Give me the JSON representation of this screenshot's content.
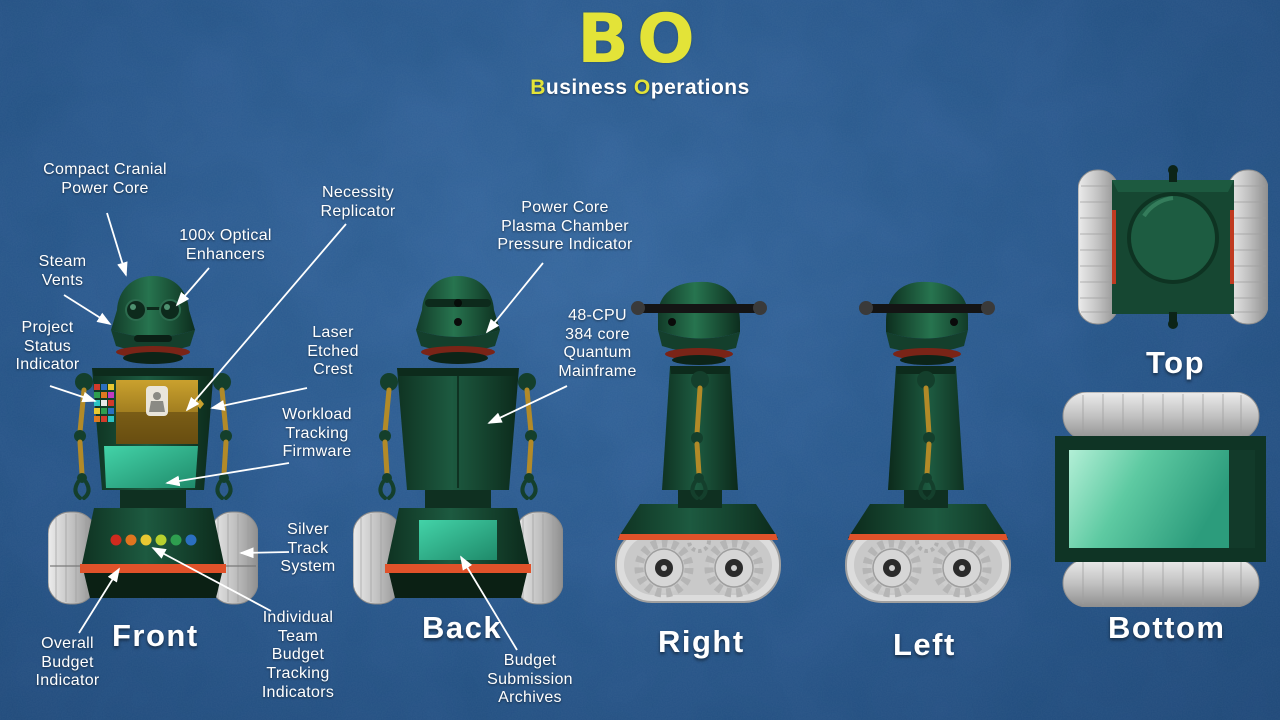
{
  "slide": {
    "background_blue": "#2d5b91",
    "accent_yellow": "#e3e338",
    "text_white": "#ffffff"
  },
  "title": {
    "logo": "BO",
    "subtitle": {
      "p1": "B",
      "p2": "usiness ",
      "p3": "O",
      "p4": "perations"
    }
  },
  "views": {
    "front": "Front",
    "back": "Back",
    "right": "Right",
    "left": "Left",
    "top": "Top",
    "bottom": "Bottom"
  },
  "callouts": {
    "cranial": "Compact Cranial\nPower Core",
    "steam": "Steam\nVents",
    "status": "Project\nStatus\nIndicator",
    "optical": "100x Optical\nEnhancers",
    "replicator": "Necessity\nReplicator",
    "crest": "Laser\nEtched\nCrest",
    "plasma": "Power Core\nPlasma Chamber\nPressure Indicator",
    "mainframe": "48-CPU\n384 core\nQuantum\nMainframe",
    "workload": "Workload\nTracking\nFirmware",
    "track": "Silver\nTrack\nSystem",
    "overall_budget": "Overall\nBudget\nIndicator",
    "team_budget": "Individual\nTeam\nBudget\nTracking\nIndicators",
    "archives": "Budget\nSubmission\nArchives"
  },
  "robot": {
    "body_green": "#1d5a40",
    "dark_green": "#0e2f1f",
    "screen_teal": "#35c59c",
    "panel_gold": "#b8922a",
    "stripe_orange": "#e0522a",
    "track_silver": "#c9c9c9",
    "indicator_dot_colors": [
      "#cf2a1e",
      "#e0751f",
      "#e8c832",
      "#b7d02e",
      "#2e9e4f",
      "#2b6fc0"
    ]
  }
}
